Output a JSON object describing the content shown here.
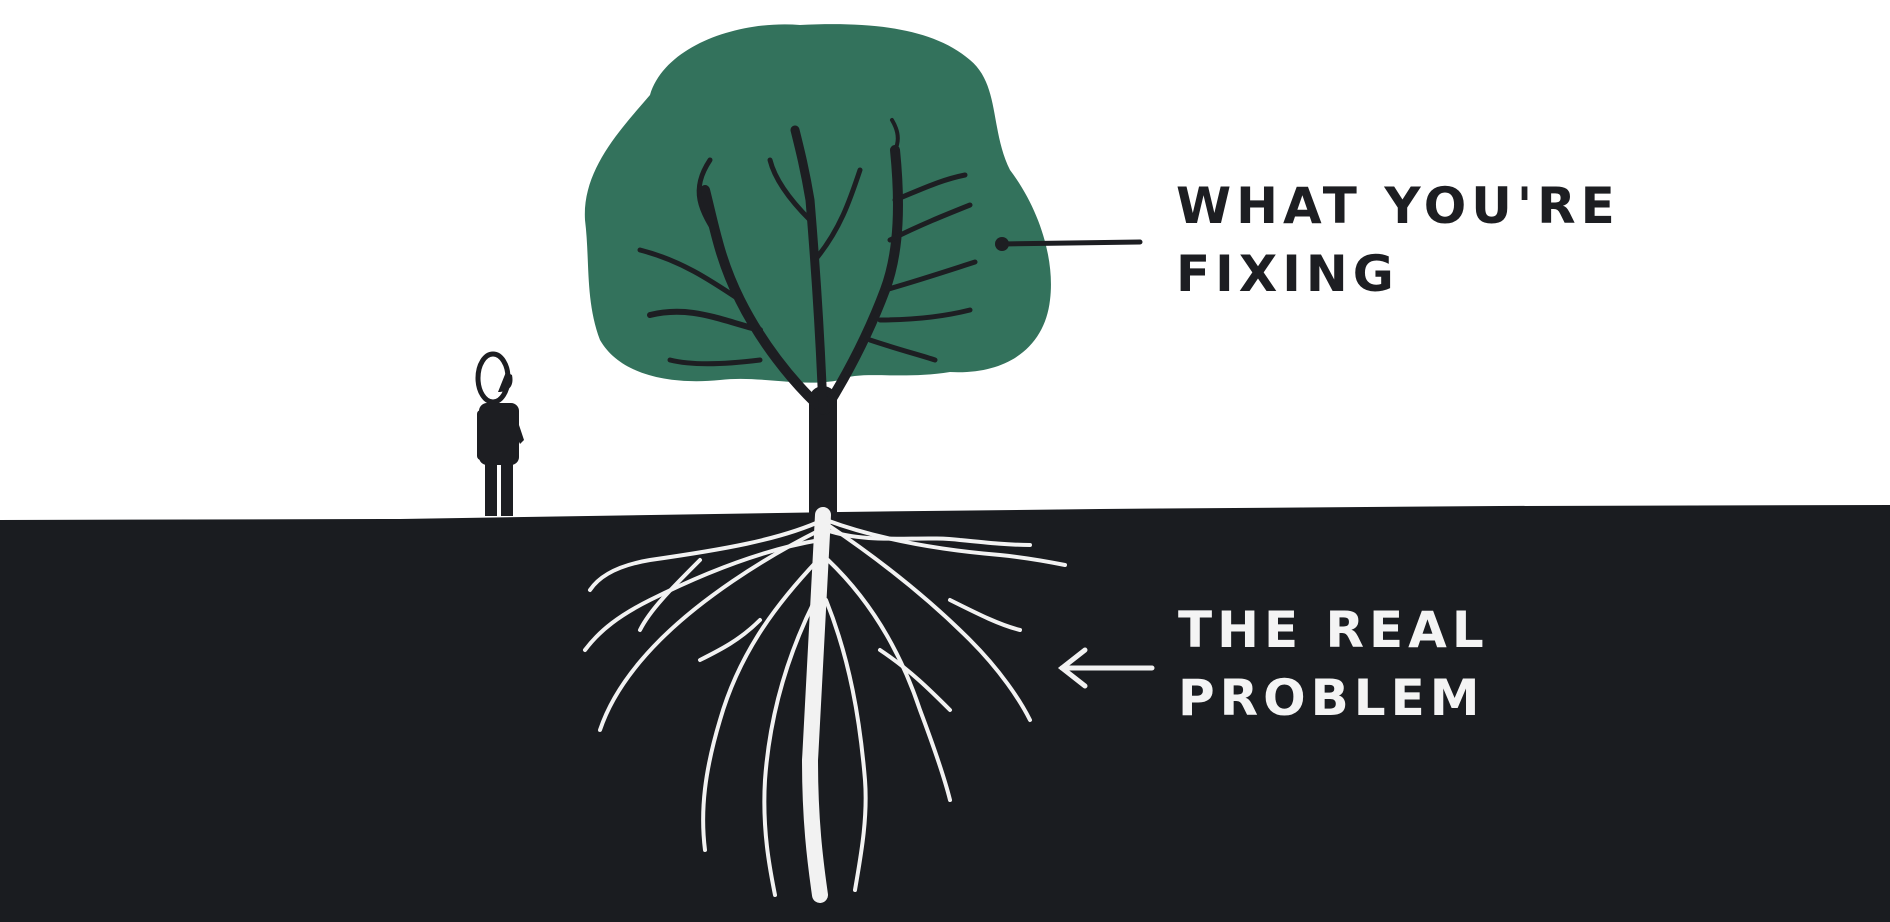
{
  "labels": {
    "canopy": {
      "line1": "WHAT YOU'RE",
      "line2": "FIXING"
    },
    "roots": {
      "line1": "THE REAL",
      "line2": "PROBLEM"
    }
  },
  "colors": {
    "canopy": "#33725c",
    "ground": "#1a1c20",
    "ink": "#1d1e22",
    "roots": "#f2f2f2"
  }
}
